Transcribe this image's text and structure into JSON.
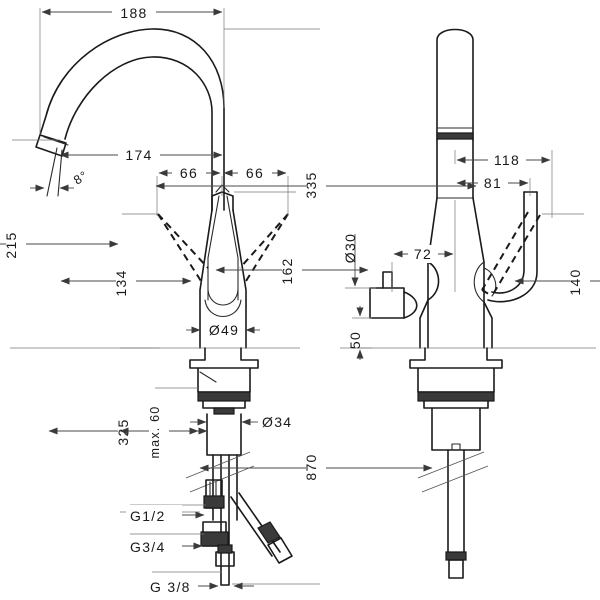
{
  "drawing": {
    "type": "technical-dimension-drawing",
    "subject": "kitchen-mixer-tap-with-pull-out-spray",
    "units": "mm",
    "background_color": "#ffffff",
    "line_color": "#1a1a1a",
    "dimension_color": "#4a4a4a",
    "views": [
      {
        "id": "front-view",
        "label": ""
      },
      {
        "id": "side-view",
        "label": ""
      }
    ]
  },
  "front_view": {
    "dimensions": {
      "overall_reach": "188",
      "spout_reach": "174",
      "spout_angle": "8°",
      "spout_height": "215",
      "total_height_above_deck": "335",
      "handle_left_offset": "66",
      "handle_right_offset": "66",
      "handle_pivot_height": "134",
      "spout_base_height": "162",
      "body_diameter": "Ø49",
      "shank_diameter": "Ø34",
      "hose_length": "325",
      "max_deck_thickness": "max. 60",
      "total_length": "870",
      "thread_supply_a": "G1/2",
      "thread_supply_b": "G3/4",
      "thread_supply_c": "G 3/8"
    }
  },
  "side_view": {
    "dimensions": {
      "handle_reach": "118",
      "handle_inner_reach": "81",
      "spray_head_diameter": "Ø30",
      "body_offset": "72",
      "spray_holder_height": "50",
      "handle_swivel_height": "140"
    }
  }
}
